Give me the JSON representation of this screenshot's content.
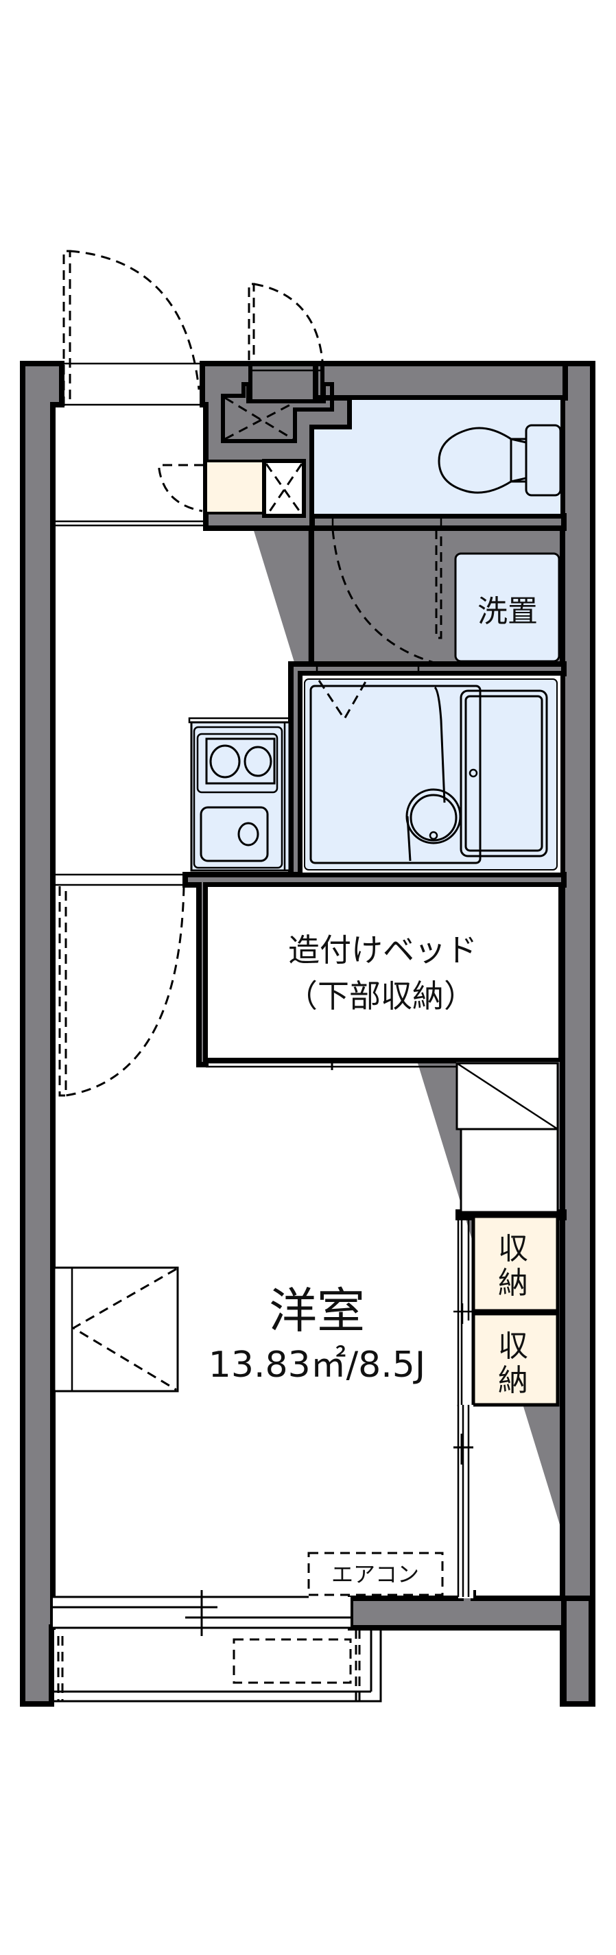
{
  "floorplan": {
    "colors": {
      "wall": "#807f83",
      "wet_area": "#e3eefc",
      "storage": "#fff5e4",
      "line": "#000000",
      "background": "#ffffff"
    },
    "rooms": {
      "western_room": {
        "name": "洋室",
        "area": "13.83㎡/8.5J"
      },
      "built_in_bed": {
        "line1": "造付けベッド",
        "line2": "（下部収納）"
      },
      "washer_space": "洗置",
      "storage_1": {
        "line1": "収",
        "line2": "納"
      },
      "storage_2": {
        "line1": "収",
        "line2": "納"
      },
      "air_conditioner": "エアコン"
    },
    "fixtures": [
      "entrance-door",
      "meter-box-door",
      "shoe-cabinet",
      "toilet",
      "washing-machine-space",
      "unit-bath",
      "kitchen-stove",
      "kitchen-sink",
      "refrigerator-space",
      "balcony",
      "outdoor-ac-unit",
      "window"
    ]
  }
}
